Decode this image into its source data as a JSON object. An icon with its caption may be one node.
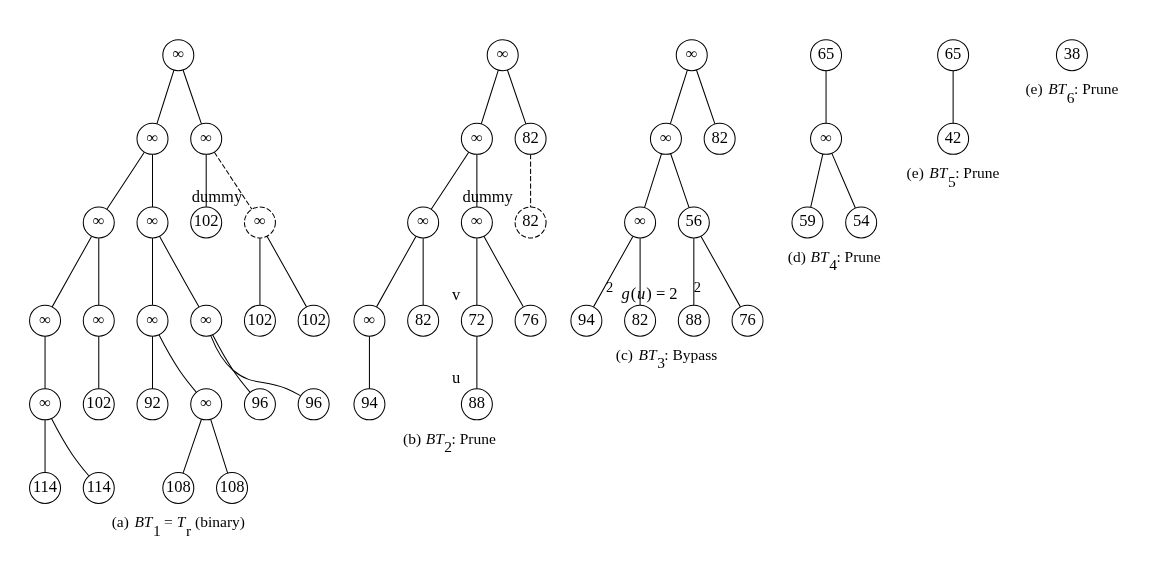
{
  "diagram": {
    "nodes": [
      {
        "text": [
          "∞"
        ]
      },
      {
        "text": [
          "∞"
        ]
      },
      {
        "text": [
          "∞"
        ]
      },
      {
        "text": [
          "∞"
        ]
      },
      {
        "text": [
          "∞"
        ]
      },
      {
        "text": [
          "102"
        ]
      },
      {
        "text": [
          "∞"
        ],
        "beside": [
          "dummy"
        ]
      },
      {
        "text": [
          "∞"
        ]
      },
      {
        "text": [
          "∞"
        ]
      },
      {
        "text": [
          "∞"
        ]
      },
      {
        "text": [
          "∞"
        ]
      },
      {
        "text": [
          "102"
        ]
      },
      {
        "text": [
          "102"
        ]
      },
      {
        "text": [
          "∞"
        ]
      },
      {
        "text": [
          "102"
        ]
      },
      {
        "text": [
          "92"
        ]
      },
      {
        "text": [
          "∞"
        ]
      },
      {
        "text": [
          "96"
        ]
      },
      {
        "text": [
          "96"
        ]
      },
      {
        "text": [
          "114"
        ]
      },
      {
        "text": [
          "114"
        ]
      },
      {
        "text": [
          "108"
        ]
      },
      {
        "text": [
          "108"
        ]
      },
      {
        "text": [
          "∞"
        ]
      },
      {
        "text": [
          "∞"
        ]
      },
      {
        "text": [
          "82"
        ]
      },
      {
        "text": [
          "∞"
        ]
      },
      {
        "text": [
          "∞"
        ]
      },
      {
        "text": [
          "82"
        ],
        "beside": [
          "dummy"
        ]
      },
      {
        "text": [
          "∞"
        ]
      },
      {
        "text": [
          "82"
        ]
      },
      {
        "text": [
          "72"
        ],
        "beside": [
          "v"
        ]
      },
      {
        "text": [
          "76"
        ]
      },
      {
        "text": [
          "94"
        ]
      },
      {
        "text": [
          "88"
        ],
        "beside": [
          "u"
        ]
      },
      {
        "text": [
          "∞"
        ]
      },
      {
        "text": [
          "∞"
        ]
      },
      {
        "text": [
          "82"
        ]
      },
      {
        "text": [
          "∞"
        ]
      },
      {
        "text": [
          "56"
        ]
      },
      {
        "text": [
          "94"
        ]
      },
      {
        "text": [
          "82"
        ]
      },
      {
        "text": [
          "88"
        ],
        "beside": [
          "*g*(*u*) = 2"
        ]
      },
      {
        "text": [
          "76"
        ]
      },
      {
        "text": [
          "65"
        ]
      },
      {
        "text": [
          "∞"
        ]
      },
      {
        "text": [
          "59"
        ]
      },
      {
        "text": [
          "54"
        ]
      },
      {
        "text": [
          "65"
        ]
      },
      {
        "text": [
          "42"
        ]
      },
      {
        "text": [
          "38"
        ]
      }
    ],
    "edges": [
      {
        "from": 0,
        "to": 1,
        "arrow": "none"
      },
      {
        "from": 0,
        "to": 2,
        "arrow": "none"
      },
      {
        "from": 1,
        "to": 3,
        "arrow": "none"
      },
      {
        "from": 1,
        "to": 4,
        "arrow": "none"
      },
      {
        "from": 2,
        "to": 5,
        "arrow": "none"
      },
      {
        "from": 2,
        "to": 6,
        "arrow": "none",
        "style": "dashed"
      },
      {
        "from": 3,
        "to": 7,
        "arrow": "none"
      },
      {
        "from": 3,
        "to": 8,
        "arrow": "none"
      },
      {
        "from": 4,
        "to": 9,
        "arrow": "none"
      },
      {
        "from": 4,
        "to": 10,
        "arrow": "none"
      },
      {
        "from": 6,
        "to": 11,
        "arrow": "none"
      },
      {
        "from": 6,
        "to": 12,
        "arrow": "none"
      },
      {
        "from": 7,
        "to": 13,
        "arrow": "none"
      },
      {
        "from": 8,
        "to": 14,
        "arrow": "none"
      },
      {
        "from": 9,
        "to": 15,
        "arrow": "none"
      },
      {
        "from": 9,
        "to": 16,
        "arrow": "none"
      },
      {
        "from": 10,
        "to": 17,
        "arrow": "none"
      },
      {
        "from": 10,
        "to": 18,
        "arrow": "none"
      },
      {
        "from": 13,
        "to": 19,
        "arrow": "none"
      },
      {
        "from": 13,
        "to": 20,
        "arrow": "none"
      },
      {
        "from": 16,
        "to": 21,
        "arrow": "none"
      },
      {
        "from": 16,
        "to": 22,
        "arrow": "none"
      },
      {
        "from": 23,
        "to": 24,
        "arrow": "none"
      },
      {
        "from": 23,
        "to": 25,
        "arrow": "none"
      },
      {
        "from": 25,
        "to": 28,
        "arrow": "none",
        "style": "dashed"
      },
      {
        "from": 24,
        "to": 26,
        "arrow": "none"
      },
      {
        "from": 24,
        "to": 27,
        "arrow": "none"
      },
      {
        "from": 26,
        "to": 29,
        "arrow": "none"
      },
      {
        "from": 26,
        "to": 30,
        "arrow": "none"
      },
      {
        "from": 27,
        "to": 31,
        "arrow": "none"
      },
      {
        "from": 27,
        "to": 32,
        "arrow": "none"
      },
      {
        "from": 29,
        "to": 33,
        "arrow": "none"
      },
      {
        "from": 31,
        "to": 34,
        "arrow": "none"
      },
      {
        "from": 35,
        "to": 36,
        "arrow": "none"
      },
      {
        "from": 35,
        "to": 37,
        "arrow": "none"
      },
      {
        "from": 36,
        "to": 38,
        "arrow": "none"
      },
      {
        "from": 36,
        "to": 39,
        "arrow": "none"
      },
      {
        "from": 38,
        "to": 40,
        "arrow": "none",
        "label": "2"
      },
      {
        "from": 38,
        "to": 41,
        "arrow": "none"
      },
      {
        "from": 39,
        "to": 42,
        "arrow": "none",
        "label": "2"
      },
      {
        "from": 39,
        "to": 43,
        "arrow": "none"
      },
      {
        "from": 44,
        "to": 45,
        "arrow": "none"
      },
      {
        "from": 45,
        "to": 46,
        "arrow": "none"
      },
      {
        "from": 45,
        "to": 47,
        "arrow": "none"
      },
      {
        "from": 48,
        "to": 49,
        "arrow": "none"
      }
    ],
    "labels": [
      "(a) *BT*$_{1}$ = *T*$_{r}$ (binary)",
      "(b) *BT*$_{2}$: Prune",
      "(c) *BT*$_{3}$: Bypass",
      "(d) *BT*$_{4}$: Prune",
      "(e) *BT*$_{5}$: Prune",
      "(e) *BT*$_{6}$: Prune"
    ]
  }
}
